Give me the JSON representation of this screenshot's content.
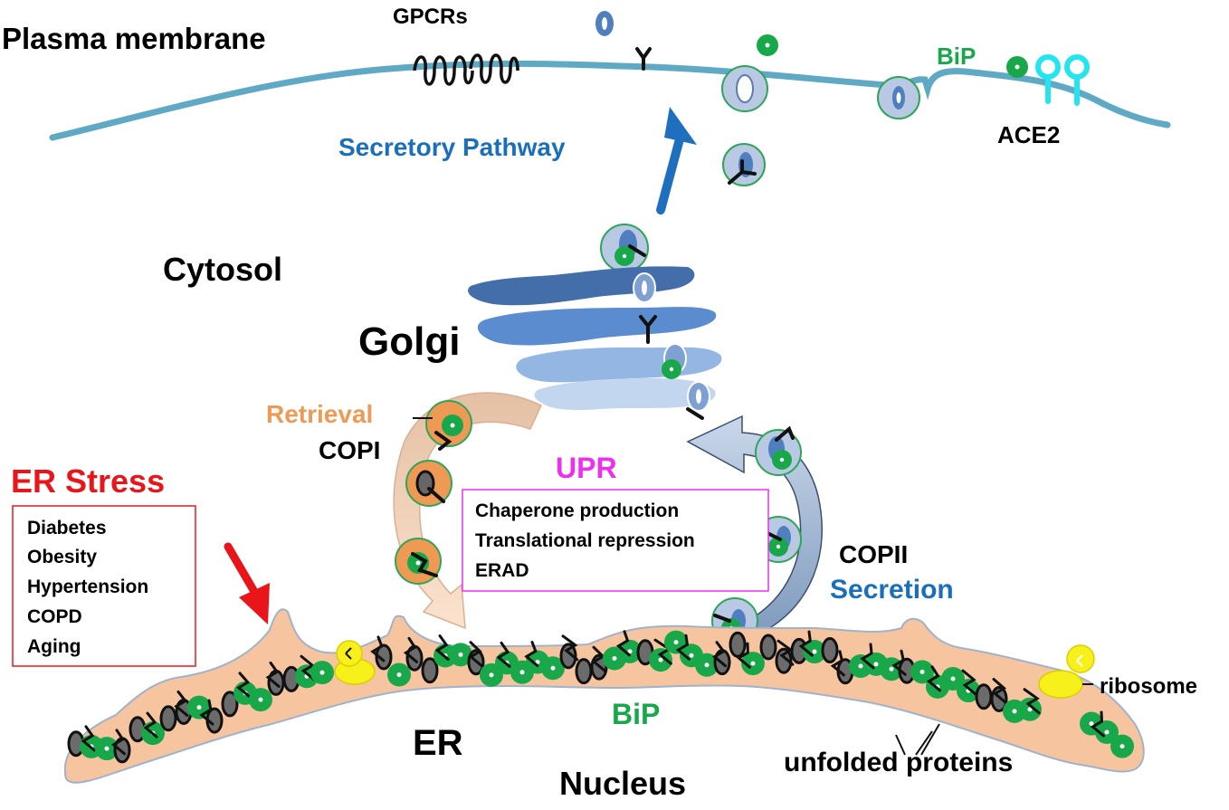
{
  "labels": {
    "plasma_membrane": "Plasma membrane",
    "gpcrs": "GPCRs",
    "bip_top": "BiP",
    "ace2": "ACE2",
    "secretory_pathway": "Secretory Pathway",
    "cytosol": "Cytosol",
    "golgi": "Golgi",
    "retrieval": "Retrieval",
    "copi": "COPI",
    "upr": "UPR",
    "copii": "COPII",
    "secretion": "Secretion",
    "er_stress": "ER Stress",
    "bip_bottom": "BiP",
    "er": "ER",
    "nucleus": "Nucleus",
    "unfolded_proteins": "unfolded proteins",
    "ribosome": "ribosome"
  },
  "upr_box": {
    "lines": [
      "Chaperone production",
      "Translational repression",
      "ERAD"
    ]
  },
  "er_stress_box": {
    "items": [
      "Diabetes",
      "Obesity",
      "Hypertension",
      "COPD",
      "Aging"
    ]
  },
  "colors": {
    "membrane": "#5fa9c4",
    "er_fill": "#f6c49f",
    "bip_green": "#18a84a",
    "retrieval_orange": "#ee9a55",
    "er_stress_red": "#e8161b",
    "upr_magenta": "#ee2ef0",
    "secretion_blue": "#1a6fbd",
    "ace2_cyan": "#22e5f0",
    "ribosome_yellow": "#f7f01a"
  }
}
